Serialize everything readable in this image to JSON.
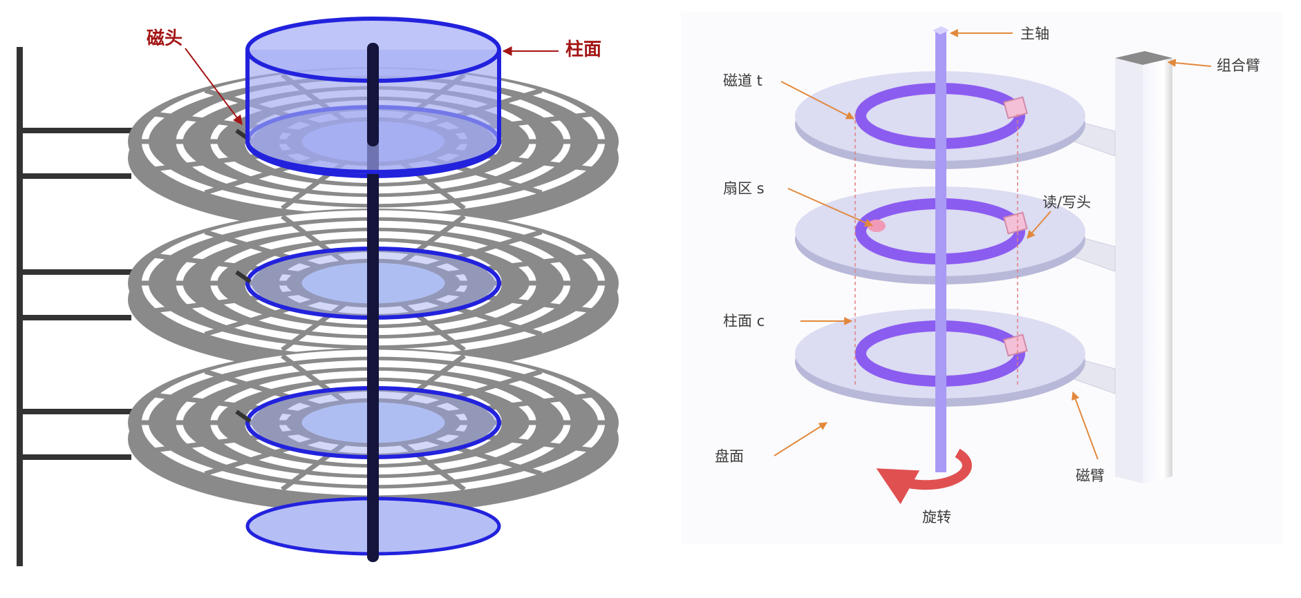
{
  "left_diagram": {
    "labels": {
      "head": "磁头",
      "cylinder": "柱面"
    },
    "colors": {
      "platter": "#8a8a8a",
      "cylinder_fill": "#9fa8f0",
      "cylinder_stroke": "#2222dd",
      "spindle": "#14143c",
      "label": "#a31515",
      "arm": "#333333"
    }
  },
  "right_diagram": {
    "labels": {
      "spindle": "主轴",
      "combo_arm": "组合臂",
      "track": "磁道 t",
      "sector": "扇区 s",
      "rw_head": "读/写头",
      "cylinder": "柱面 c",
      "surface": "盘面",
      "arm": "磁臂",
      "rotation": "旋转"
    },
    "colors": {
      "disk": "#dcdcf2",
      "track": "#8b5cf0",
      "arrow": "#e2883c",
      "rotation_arrow": "#e05050",
      "text": "#3a3a3a"
    }
  }
}
